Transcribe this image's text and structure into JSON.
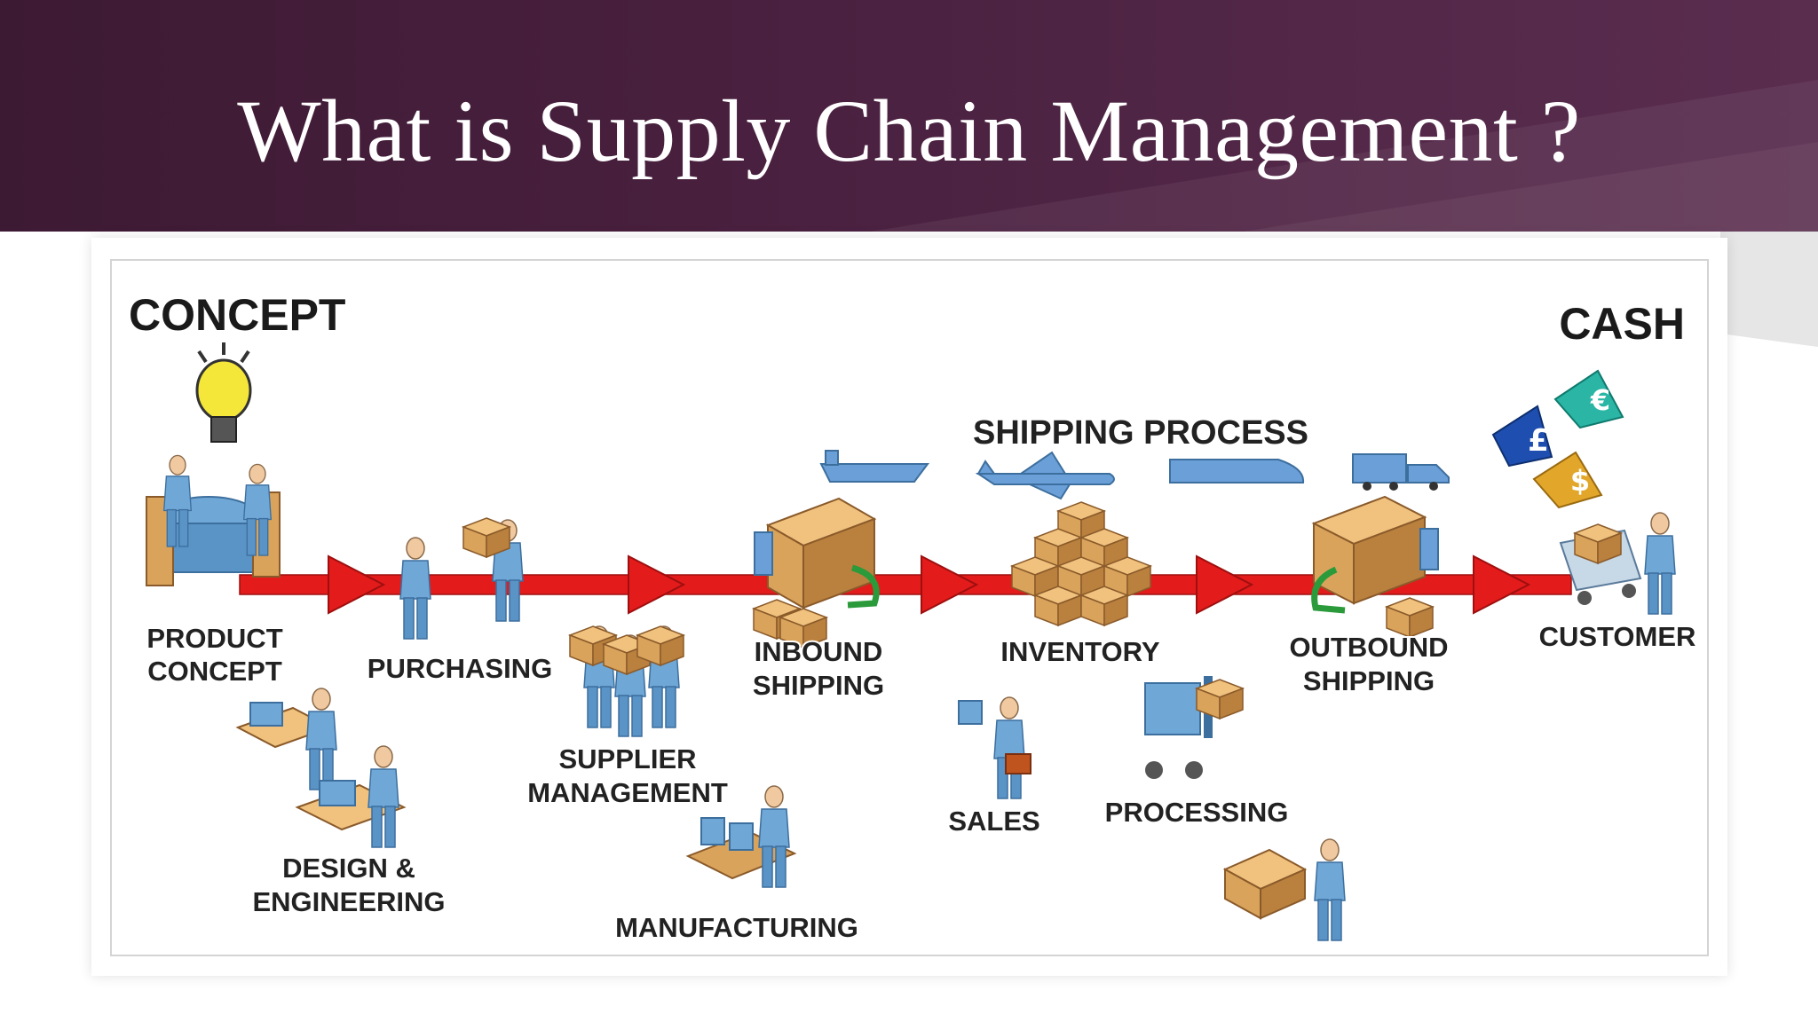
{
  "slide": {
    "title": "What is Supply Chain Management ?"
  },
  "diagram": {
    "start_label": "CONCEPT",
    "end_label": "CASH",
    "shipping_header": "SHIPPING PROCESS",
    "stages": {
      "product_concept": [
        "PRODUCT",
        "CONCEPT"
      ],
      "purchasing": [
        "PURCHASING"
      ],
      "supplier_management": [
        "SUPPLIER",
        "MANAGEMENT"
      ],
      "design_engineering": [
        "DESIGN &",
        "ENGINEERING"
      ],
      "manufacturing": [
        "MANUFACTURING"
      ],
      "inbound_shipping": [
        "INBOUND",
        "SHIPPING"
      ],
      "inventory": [
        "INVENTORY"
      ],
      "sales": [
        "SALES"
      ],
      "processing": [
        "PROCESSING"
      ],
      "outbound_shipping": [
        "OUTBOUND",
        "SHIPPING"
      ],
      "customer": [
        "CUSTOMER"
      ]
    },
    "currency_symbols": [
      "£",
      "€",
      "$"
    ],
    "colors": {
      "flow_arrow": "#e31b1b",
      "figure": "#6fa7d6",
      "box": "#d9a35c",
      "vehicle": "#6b9fd8",
      "currency_blue": "#1e4fb0",
      "currency_teal": "#2ab5a5",
      "currency_gold": "#e2a72a"
    }
  }
}
